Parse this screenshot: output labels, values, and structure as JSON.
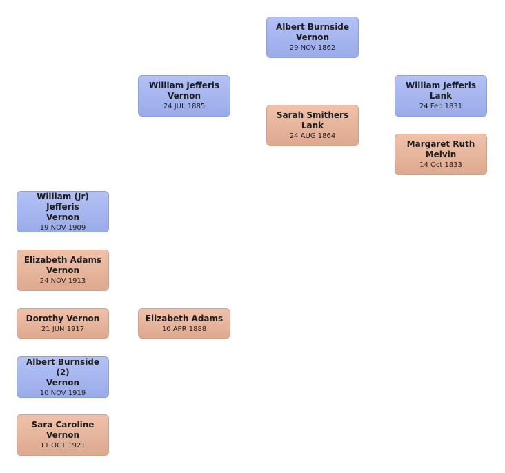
{
  "people": [
    {
      "id": "albert_sr",
      "sex": "male",
      "name": "Albert Burnside Vernon",
      "date": "29 NOV 1862"
    },
    {
      "id": "william_jv",
      "sex": "male",
      "name": "William Jefferis Vernon",
      "date": "24 JUL 1885"
    },
    {
      "id": "sarah",
      "sex": "female",
      "name": "Sarah Smithers Lank",
      "date": "24 AUG 1864"
    },
    {
      "id": "william_jl",
      "sex": "male",
      "name": "William Jefferis Lank",
      "date": "24 Feb 1831"
    },
    {
      "id": "margaret",
      "sex": "female",
      "name": "Margaret Ruth Melvin",
      "date": "14 Oct 1833"
    },
    {
      "id": "william_jr",
      "sex": "male",
      "name": "William (Jr) Jefferis Vernon",
      "date": "19 NOV 1909"
    },
    {
      "id": "elizabeth_av",
      "sex": "female",
      "name": "Elizabeth Adams Vernon",
      "date": "24 NOV 1913"
    },
    {
      "id": "dorothy",
      "sex": "female",
      "name": "Dorothy  Vernon",
      "date": "21 JUN 1917"
    },
    {
      "id": "elizabeth_a",
      "sex": "female",
      "name": "Elizabeth  Adams",
      "date": "10 APR 1888"
    },
    {
      "id": "albert_2",
      "sex": "male",
      "name": "Albert Burnside (2) Vernon",
      "date": "10 NOV 1919"
    },
    {
      "id": "sara_caroline",
      "sex": "female",
      "name": "Sara Caroline Vernon",
      "date": "11 OCT 1921"
    }
  ]
}
